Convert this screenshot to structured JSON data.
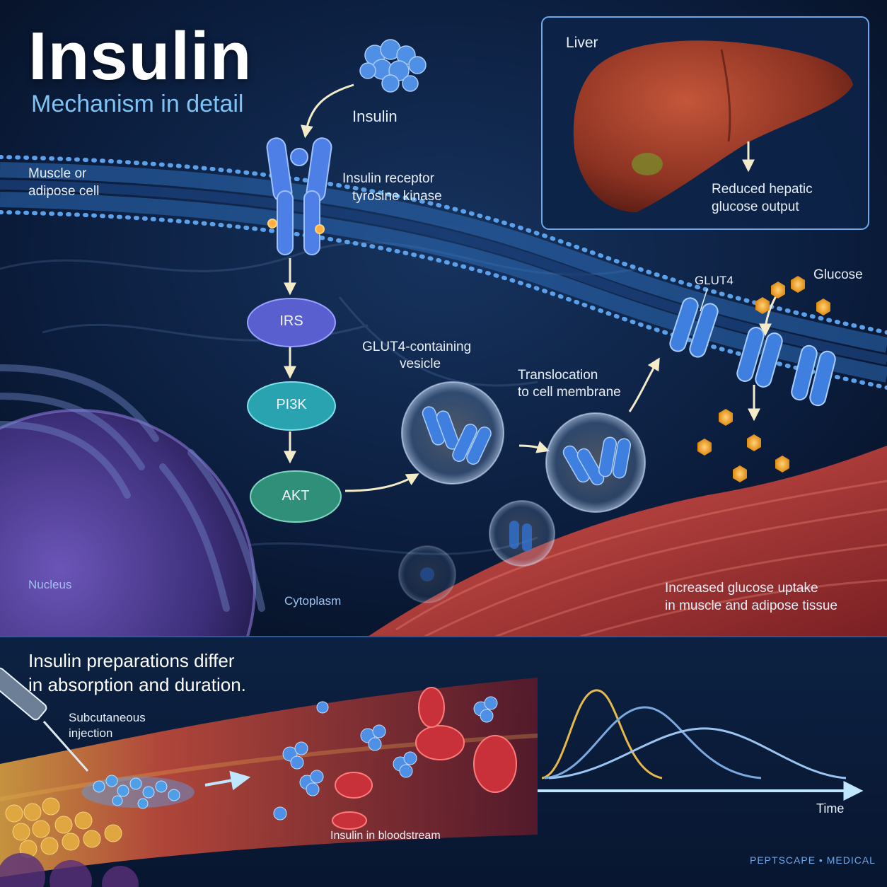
{
  "title": "Insulin",
  "subtitle": "Mechanism in detail",
  "labels": {
    "insulin": "Insulin",
    "cell_type_line1": "Muscle or",
    "cell_type_line2": "adipose cell",
    "receptor_line1": "Insulin receptor",
    "receptor_line2": "tyrosine kinase",
    "irs": "IRS",
    "pi3k": "PI3K",
    "akt": "AKT",
    "vesicle_line1": "GLUT4-containing",
    "vesicle_line2": "vesicle",
    "translocation_line1": "Translocation",
    "translocation_line2": "to cell membrane",
    "glut4": "GLUT4",
    "glucose": "Glucose",
    "liver": "Liver",
    "liver_effect_line1": "Reduced  hepatic",
    "liver_effect_line2": "glucose output",
    "nucleus": "Nucleus",
    "cytoplasm": "Cytoplasm",
    "uptake_line1": "Increased glucose uptake",
    "uptake_line2": "in muscle and adipose tissue"
  },
  "bottom_panel": {
    "heading_line1": "Insulin preparations differ",
    "heading_line2": "in absorption and duration.",
    "injection_line1": "Subcutaneous",
    "injection_line2": "injection",
    "bloodstream": "Insulin in bloodstream",
    "time_axis": "Time"
  },
  "brand": "PEPTSCAPE • MEDICAL",
  "colors": {
    "background": "#061226",
    "membrane": "#4a8fd8",
    "receptor": "#4d7fe6",
    "irs": "#5a5fd0",
    "pi3k": "#2aa3b0",
    "akt": "#2f8f78",
    "glucose": "#f5a623",
    "liver": "#a0402a",
    "muscle": "#b8413a",
    "curve_fast": "#e8b84a",
    "curve_medium": "#7aa9e0",
    "curve_slow": "#9cc4f0"
  }
}
